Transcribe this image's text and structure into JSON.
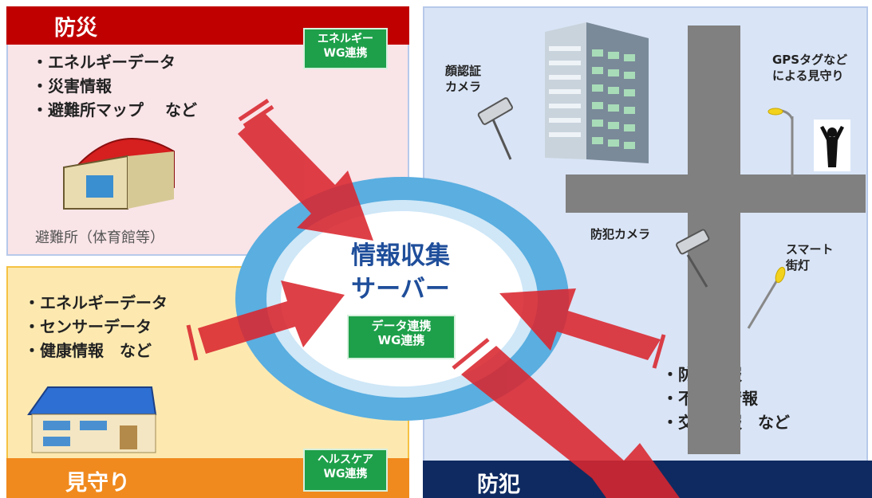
{
  "bousai": {
    "title": "防災",
    "badge": [
      "エネルギー",
      "WG連携"
    ],
    "items": [
      "・エネルギーデータ",
      "・災害情報",
      "・避難所マップ　 など"
    ],
    "facility_label": "避難所（体育館等）"
  },
  "mimamori": {
    "title": "見守り",
    "badge": [
      "ヘルスケア",
      "WG連携"
    ],
    "items": [
      "・エネルギーデータ",
      "・センサーデータ",
      "・健康情報　など"
    ]
  },
  "bouhan": {
    "title": "防犯",
    "face_camera": [
      "顔認証",
      "カメラ"
    ],
    "gps": [
      "GPSタグなど",
      "による見守り"
    ],
    "crime_camera": "防犯カメラ",
    "streetlight": [
      "スマート",
      "街灯"
    ],
    "items": [
      "・防犯情報",
      "・不審者情報",
      "・交通情報　など"
    ]
  },
  "center": {
    "title": [
      "情報収集",
      "サーバー"
    ],
    "badge": [
      "データ連携",
      "WG連携"
    ]
  },
  "colors": {
    "bousai_bar": "#c00000",
    "mimamori_bar": "#f08a1e",
    "bouhan_bar": "#0f2a61",
    "badge": "#1ea04a",
    "arrow": "#d9262e",
    "ring": "#5aaee0"
  }
}
